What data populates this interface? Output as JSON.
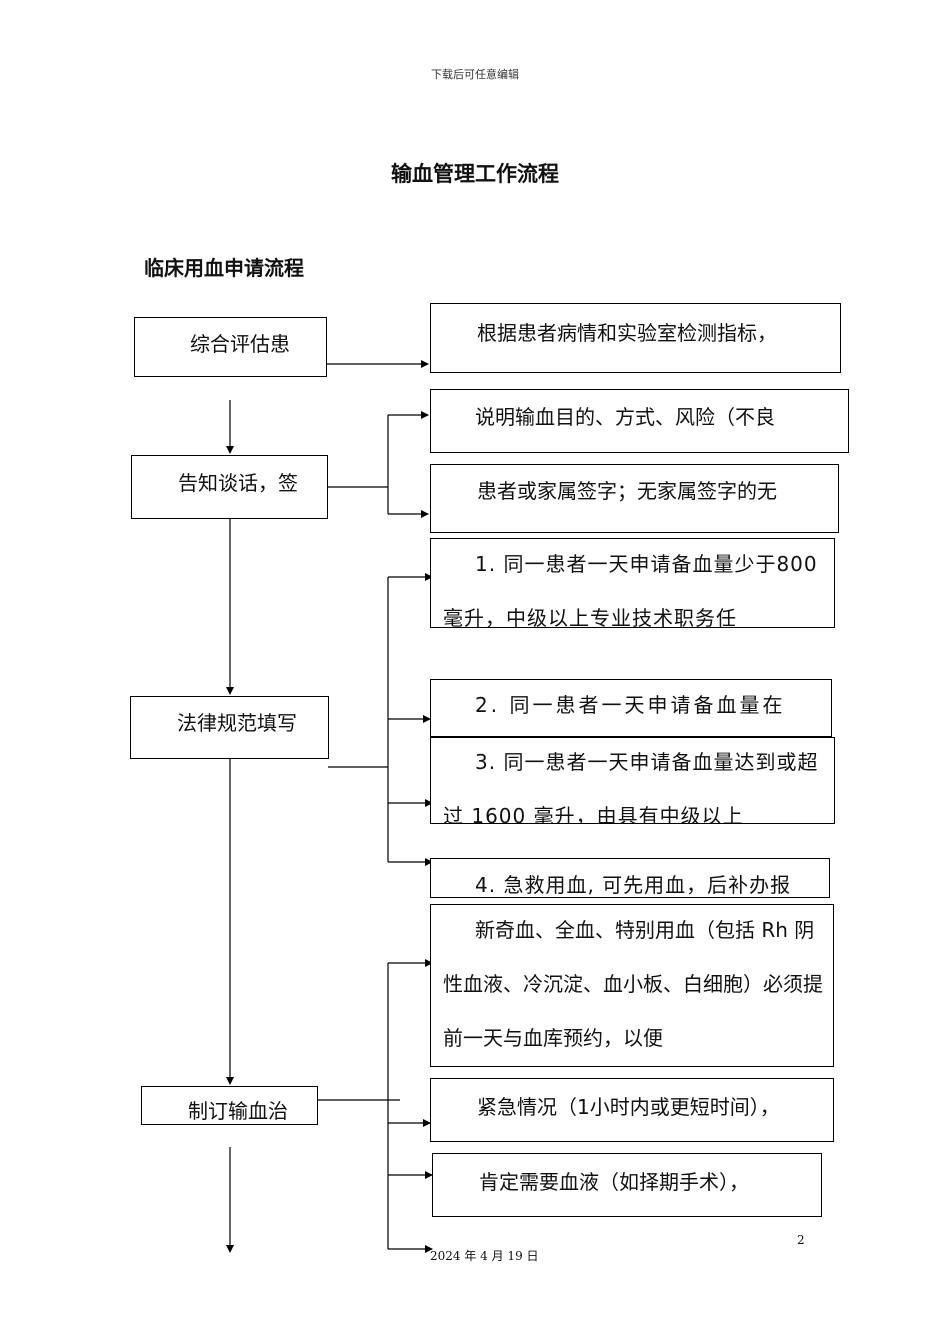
{
  "header": {
    "text": "下载后可任意编辑"
  },
  "title": "输血管理工作流程",
  "section_title": "临床用血申请流程",
  "left_boxes": {
    "assess": "综合评估患",
    "inform": "告知谈话，签",
    "fill": "法律规范填写",
    "plan": "制订输血治"
  },
  "right_boxes": {
    "r1": "根据患者病情和实验室检测指标，",
    "r2": "说明输血目的、方式、风险（不良",
    "r3": "患者或家属签字；无家属签字的无",
    "r4": "1. 同一患者一天申请备血量少于800 毫升，中级以上专业技术职务任",
    "r5": "2. 同一患者一天申请备血量在",
    "r6": "3. 同一患者一天申请备血量达到或超过 1600 毫升，由具有中级以上",
    "r7": "4. 急救用血, 可先用血，后补办报",
    "r8": "新奇血、全血、特别用血（包括 Rh 阴性血液、冷沉淀、血小板、白细胞）必须提前一天与血库预约，以便",
    "r9": "紧急情况（1小时内或更短时间），",
    "r10": "肯定需要血液（如择期手术），"
  },
  "footer": {
    "date": "2024 年 4 月 19 日",
    "page_number": "2"
  }
}
